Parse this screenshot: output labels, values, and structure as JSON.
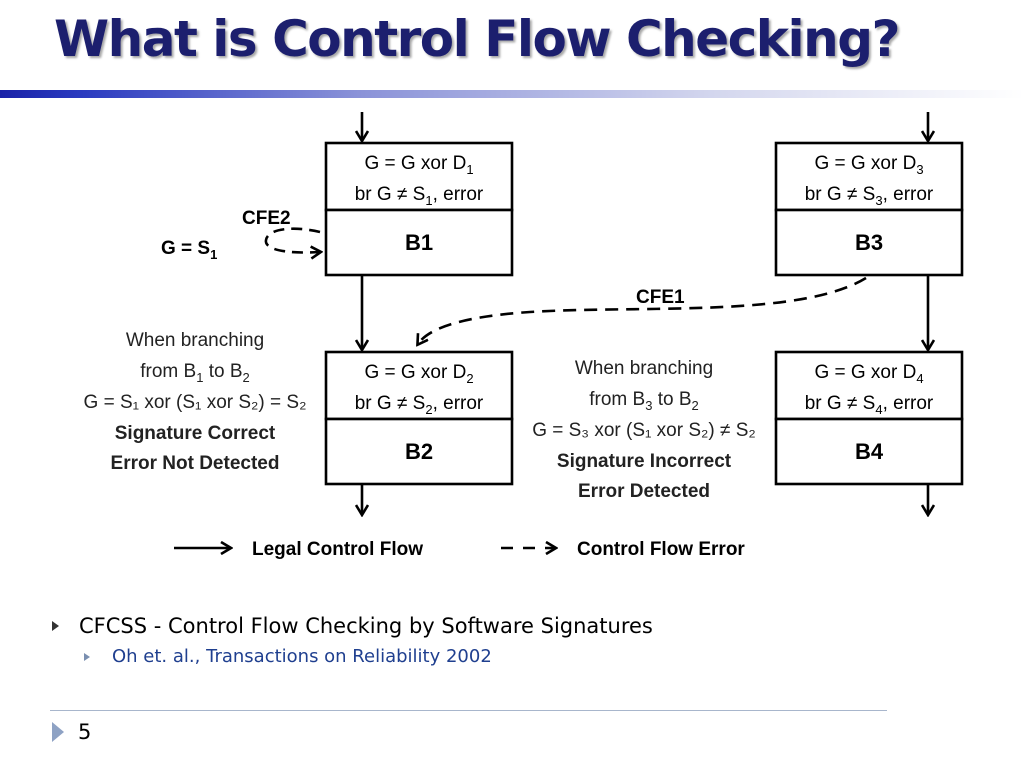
{
  "slide": {
    "title": "What is Control Flow Checking?",
    "page_number": "5"
  },
  "diagram": {
    "blocks": {
      "b1": {
        "label": "B1",
        "line1_pre": "G = G xor D",
        "line1_sub": "1",
        "line2_pre": "br G ≠ S",
        "line2_sub": "1",
        "line2_post": ", error"
      },
      "b2": {
        "label": "B2",
        "line1_pre": "G = G xor D",
        "line1_sub": "2",
        "line2_pre": "br G ≠ S",
        "line2_sub": "2",
        "line2_post": ", error"
      },
      "b3": {
        "label": "B3",
        "line1_pre": "G = G xor D",
        "line1_sub": "3",
        "line2_pre": "br G ≠ S",
        "line2_sub": "3",
        "line2_post": ", error"
      },
      "b4": {
        "label": "B4",
        "line1_pre": "G = G xor D",
        "line1_sub": "4",
        "line2_pre": "br G ≠ S",
        "line2_sub": "4",
        "line2_post": ", error"
      }
    },
    "cfe2": {
      "label": "CFE2",
      "g_pre": "G = S",
      "g_sub": "1"
    },
    "cfe1": {
      "label": "CFE1"
    },
    "left_note": {
      "line1": "When branching",
      "line2_pre": "from B",
      "line2_sub1": "1",
      "line2_mid": " to B",
      "line2_sub2": "2",
      "line3": "G = S₁ xor (S₁ xor S₂) = S₂",
      "line4": "Signature Correct",
      "line5": "Error Not Detected"
    },
    "right_note": {
      "line1": "When branching",
      "line2_pre": "from B",
      "line2_sub1": "3",
      "line2_mid": " to B",
      "line2_sub2": "2",
      "line3": "G = S₃ xor (S₁ xor S₂) ≠ S₂",
      "line4": "Signature Incorrect",
      "line5": "Error Detected"
    },
    "legend": {
      "legal": "Legal Control Flow",
      "error": "Control Flow Error"
    }
  },
  "bullets": {
    "item1": "CFCSS - Control Flow Checking by Software Signatures",
    "sub1_author": "Oh et. al.,",
    "sub1_venue": "Transactions on Reliability 2002"
  }
}
